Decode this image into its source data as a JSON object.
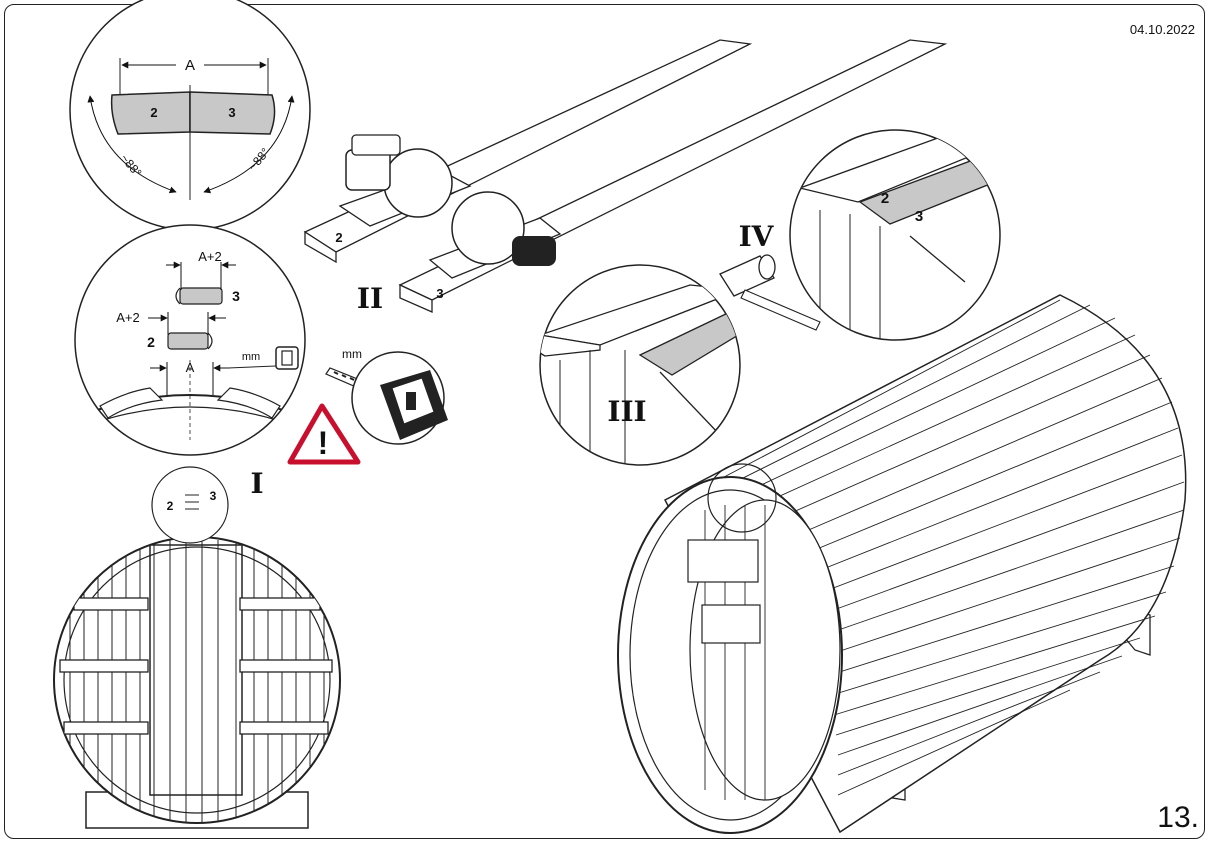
{
  "header": {
    "date": "04.10.2022"
  },
  "footer": {
    "step": "13."
  },
  "steps": {
    "s1": "I",
    "s2": "II",
    "s3": "III",
    "s4": "IV"
  },
  "detail_top": {
    "dim_a": "A",
    "board_left": "2",
    "board_right": "3",
    "angle_left": "~88°",
    "angle_right": "~88°"
  },
  "detail_mid": {
    "dim_top": "A+2",
    "dim_left": "A+2",
    "dim_center": "A",
    "board_top": "3",
    "board_bottom": "2",
    "unit": "mm"
  },
  "tape": {
    "unit": "mm"
  },
  "barrel_front": {
    "board_left": "2",
    "board_right": "3"
  },
  "saw": {
    "board_left": "2",
    "board_right": "3"
  },
  "detail_iv": {
    "board_top": "2",
    "board_bottom": "3"
  },
  "warning": {
    "symbol": "!"
  }
}
